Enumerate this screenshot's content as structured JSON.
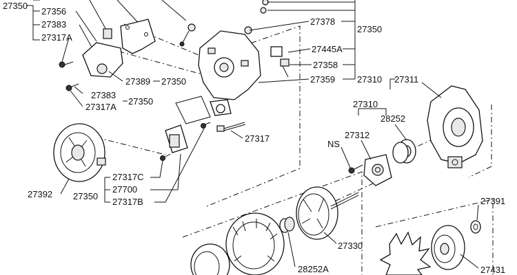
{
  "callouts": {
    "c27350_tl": "27350",
    "c27356": "27356",
    "c27383_a": "27383",
    "c27317A_a": "27317A",
    "c27389": "27389",
    "c27350_389": "27350",
    "c27383_b": "27383",
    "c27317A_b": "27317A",
    "c27350_mid": "27350",
    "c27378": "27378",
    "c27350_tr": "27350",
    "c27445A": "27445A",
    "c27358": "27358",
    "c27359": "27359",
    "c27310_a": "27310",
    "c27311": "27311",
    "c27310_b": "27310",
    "c27312": "27312",
    "c28252": "28252",
    "cNS": "NS",
    "c27317": "27317",
    "c27317C": "27317C",
    "c27700": "27700",
    "c27350_low": "27350",
    "c27317B": "27317B",
    "c27392": "27392",
    "c27330": "27330",
    "c28252A": "28252A",
    "c27391": "27391",
    "c27431": "27431"
  }
}
